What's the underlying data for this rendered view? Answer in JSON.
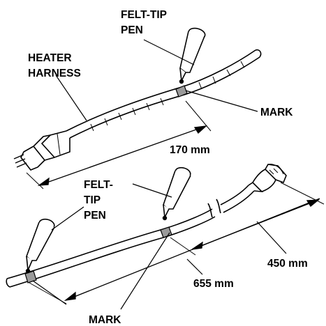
{
  "labels": {
    "pen_top_line1": "FELT-TIP",
    "pen_top_line2": "PEN",
    "harness_line1": "HEATER",
    "harness_line2": "HARNESS",
    "mark_top": "MARK",
    "pen_bottom_line1": "FELT-",
    "pen_bottom_line2": "TIP",
    "pen_bottom_line3": "PEN",
    "mark_bottom": "MARK"
  },
  "dimensions": {
    "top_length": "170 mm",
    "bottom_short": "450 mm",
    "bottom_long": "655 mm"
  }
}
